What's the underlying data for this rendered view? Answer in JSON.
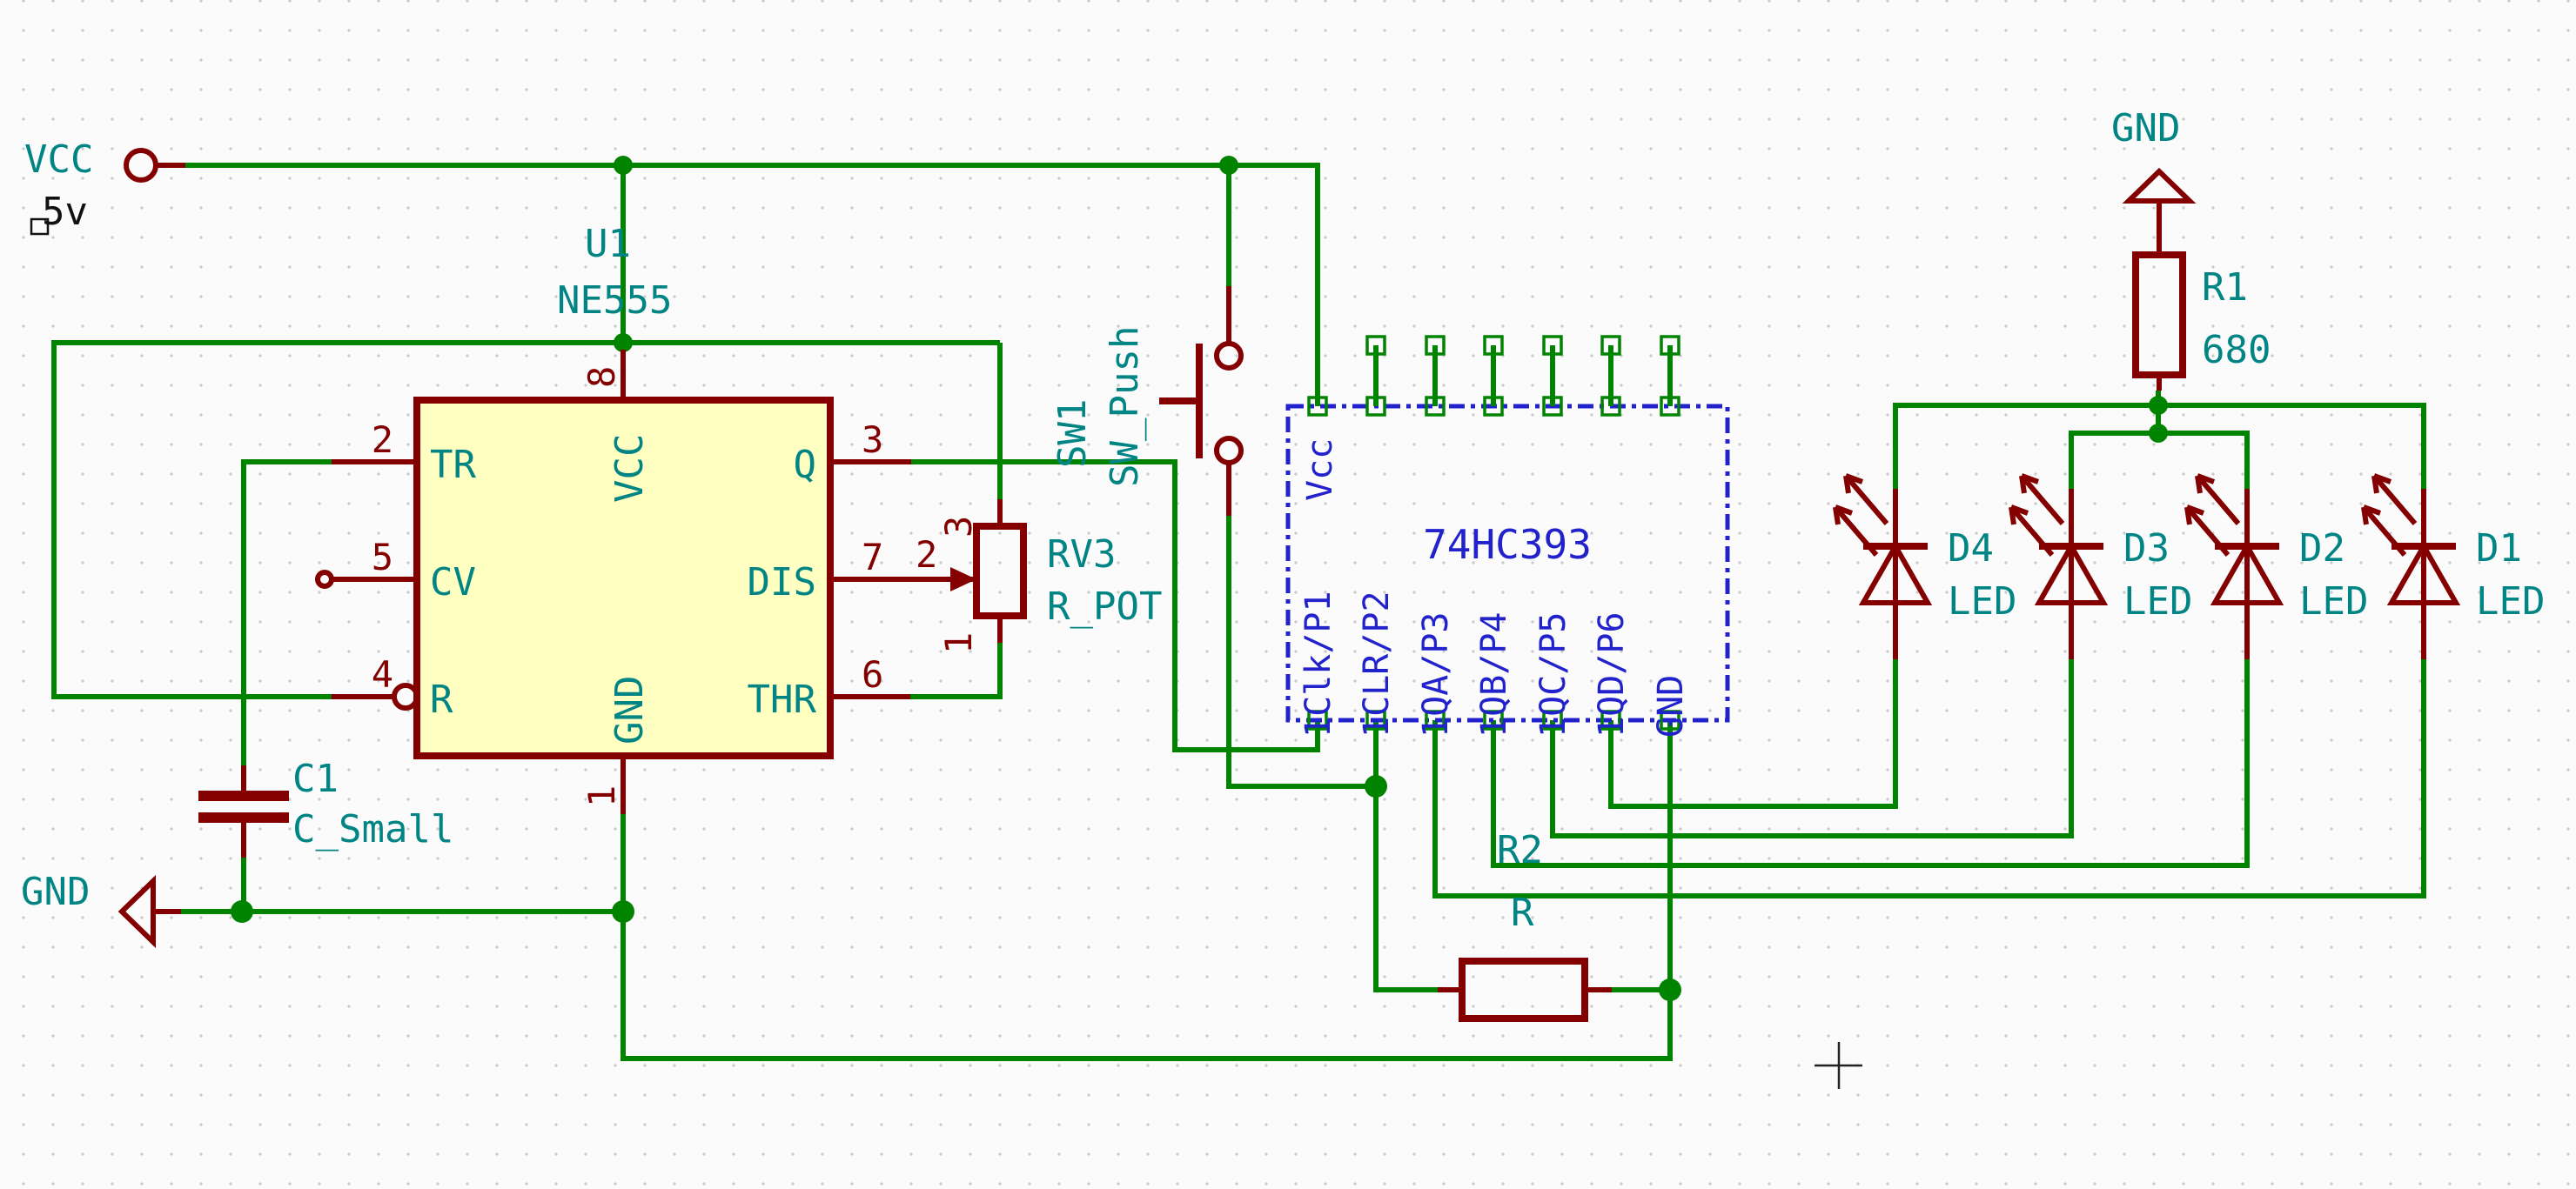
{
  "colors": {
    "wire_green": "#008400",
    "component_dark_red": "#840000",
    "label_teal": "#008484",
    "ic_blue": "#2222cc",
    "ic_body_yellow": "#ffffc2",
    "background": "#fbfbfb"
  },
  "power": {
    "vcc": {
      "label": "VCC",
      "value": "5v"
    },
    "gnd_top_right": {
      "label": "GND"
    },
    "gnd_bottom_left": {
      "label": "GND"
    }
  },
  "u1": {
    "ref": "U1",
    "value": "NE555",
    "pins_left": [
      {
        "num": "2",
        "name": "TR"
      },
      {
        "num": "5",
        "name": "CV"
      },
      {
        "num": "4",
        "name": "R"
      }
    ],
    "pins_right": [
      {
        "num": "3",
        "name": "Q"
      },
      {
        "num": "7",
        "name": "DIS"
      },
      {
        "num": "6",
        "name": "THR"
      }
    ],
    "pin_top": {
      "num": "8",
      "name": "VCC"
    },
    "pin_bottom": {
      "num": "1",
      "name": "GND"
    }
  },
  "rv3": {
    "ref": "RV3",
    "value": "R_POT",
    "pin_top": "3",
    "pin_bottom": "1",
    "pin_wiper": "2"
  },
  "sw1": {
    "ref": "SW1",
    "value": "SW_Push"
  },
  "u2": {
    "value": "74HC393",
    "pin_vcc": "Vcc",
    "pins_bottom": [
      "1Clk/P1",
      "1CLR/P2",
      "1QA/P3",
      "1QB/P4",
      "1QC/P5",
      "1QD/P6",
      "GND"
    ]
  },
  "r1": {
    "ref": "R1",
    "value": "680"
  },
  "r2": {
    "ref": "R2",
    "value": "R"
  },
  "c1": {
    "ref": "C1",
    "value": "C_Small"
  },
  "leds": [
    {
      "ref": "D4",
      "value": "LED"
    },
    {
      "ref": "D3",
      "value": "LED"
    },
    {
      "ref": "D2",
      "value": "LED"
    },
    {
      "ref": "D1",
      "value": "LED"
    }
  ]
}
